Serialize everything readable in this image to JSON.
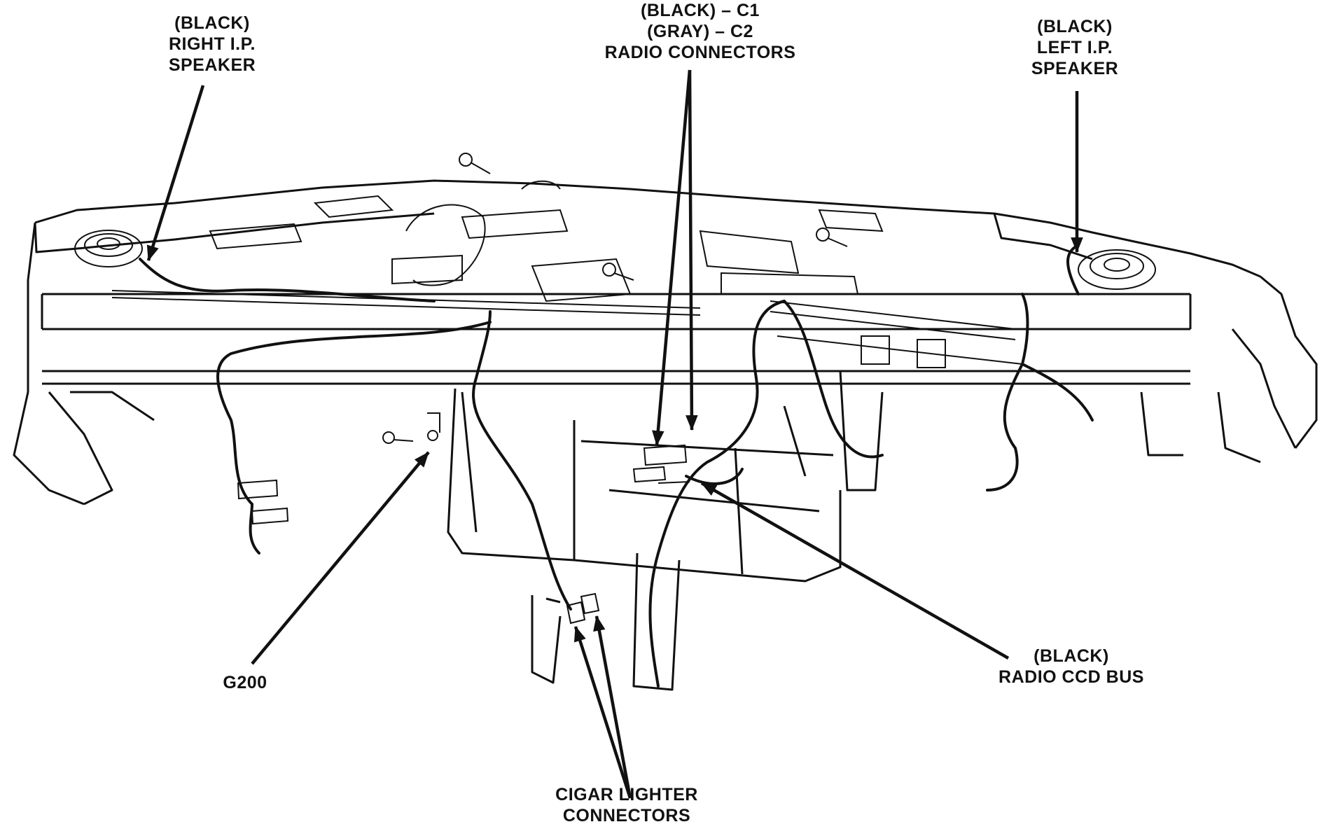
{
  "colors": {
    "ink": "#111111",
    "paper": "#ffffff"
  },
  "labels": {
    "right_speaker": [
      "(BLACK)",
      "RIGHT I.P.",
      "SPEAKER"
    ],
    "radio_connectors": [
      "(BLACK) – C1",
      "(GRAY) – C2",
      "RADIO CONNECTORS"
    ],
    "left_speaker": [
      "(BLACK)",
      "LEFT I.P.",
      "SPEAKER"
    ],
    "ground": [
      "G200"
    ],
    "ccd_bus": [
      "(BLACK)",
      "RADIO CCD BUS"
    ],
    "cigar_lighter": [
      "CIGAR LIGHTER",
      "CONNECTORS"
    ]
  }
}
